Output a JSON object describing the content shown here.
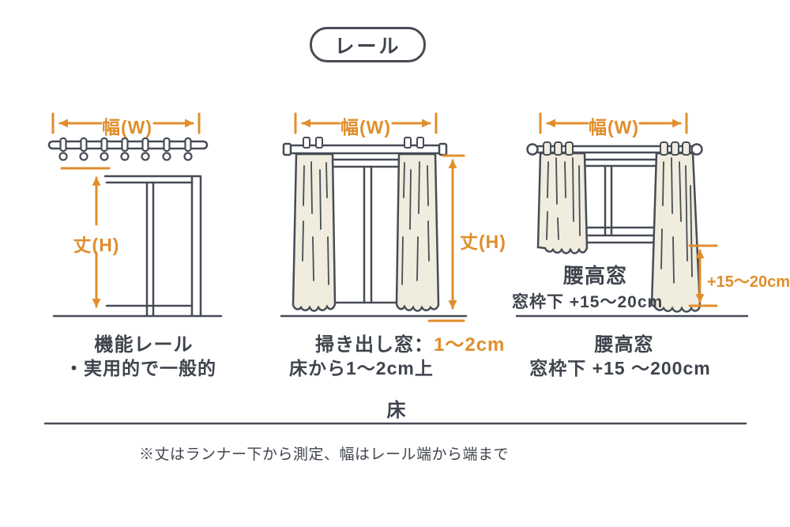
{
  "title": "レール",
  "colors": {
    "accent_orange": "#E08E2B",
    "line_dark": "#474C55",
    "text_dark": "#3F444D",
    "curtain_cream": "#F0ECDE"
  },
  "panel1": {
    "width_label": "幅(W)",
    "height_label": "丈(H)",
    "caption_line1": "機能レール",
    "caption_line2": "・実用的で一般的"
  },
  "panel2": {
    "width_label": "幅(W)",
    "height_label": "丈(H)",
    "caption_prefix": "掃き出し窓：",
    "caption_value": "1〜2cm",
    "caption_line2": "床から1〜2cm上"
  },
  "panel3": {
    "width_label": "幅(W)",
    "inner_line1": "腰高窓",
    "inner_line2": "窓枠下 +15〜20cm",
    "measure_label": "+15〜20cm",
    "caption_line1": "腰高窓",
    "caption_line2": "窓枠下 +15 〜200cm"
  },
  "floor_label": "床",
  "footnote": "※丈はランナー下から測定、幅はレール端から端まで"
}
